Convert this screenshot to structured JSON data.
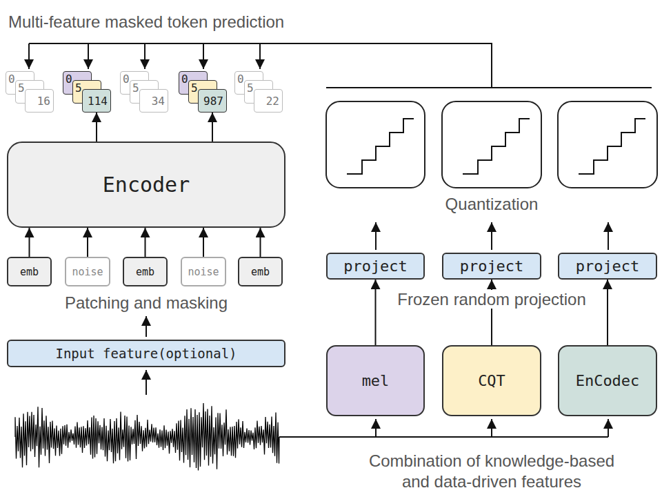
{
  "diagram": {
    "title": "Multi-feature masked token prediction",
    "nodes": [
      {
        "text": [
          "0"
        ]
      },
      {
        "text": [
          "5"
        ]
      },
      {
        "text": [
          "16"
        ]
      },
      {
        "text": [
          "0"
        ]
      },
      {
        "text": [
          "5"
        ]
      },
      {
        "text": [
          "114"
        ]
      },
      {
        "text": [
          "0"
        ]
      },
      {
        "text": [
          "5"
        ]
      },
      {
        "text": [
          "34"
        ]
      },
      {
        "text": [
          "0"
        ]
      },
      {
        "text": [
          "5"
        ]
      },
      {
        "text": [
          "987"
        ]
      },
      {
        "text": [
          "0"
        ]
      },
      {
        "text": [
          "5"
        ]
      },
      {
        "text": [
          "22"
        ]
      },
      {
        "text": [
          "Encoder"
        ]
      },
      {
        "text": [
          "emb"
        ]
      },
      {
        "text": [
          "noise"
        ]
      },
      {
        "text": [
          "emb"
        ]
      },
      {
        "text": [
          "noise"
        ]
      },
      {
        "text": [
          "emb"
        ]
      },
      {
        "text": [
          "Input feature(optional)"
        ]
      },
      {
        "text": [
          "project"
        ]
      },
      {
        "text": [
          "project"
        ]
      },
      {
        "text": [
          "project"
        ]
      },
      {
        "text": [
          "mel"
        ]
      },
      {
        "text": [
          "CQT"
        ]
      },
      {
        "text": [
          "EnCodec"
        ]
      }
    ],
    "edges": [
      {
        "from": 16,
        "to": 15,
        "arrow": "to"
      },
      {
        "from": 17,
        "to": 15,
        "arrow": "to"
      },
      {
        "from": 18,
        "to": 15,
        "arrow": "to"
      },
      {
        "from": 19,
        "to": 15,
        "arrow": "to"
      },
      {
        "from": 20,
        "to": 15,
        "arrow": "to"
      },
      {
        "from": 15,
        "to": 5,
        "arrow": "to"
      },
      {
        "from": 15,
        "to": 11,
        "arrow": "to"
      },
      {
        "from": 25,
        "to": 22,
        "arrow": "to"
      },
      {
        "from": 26,
        "to": 23,
        "arrow": "to"
      },
      {
        "from": 27,
        "to": 24,
        "arrow": "to"
      }
    ],
    "labels": [
      "Patching and masking",
      "Quantization",
      "Frozen random projection",
      "Combination of knowledge-based and data-driven features"
    ]
  }
}
